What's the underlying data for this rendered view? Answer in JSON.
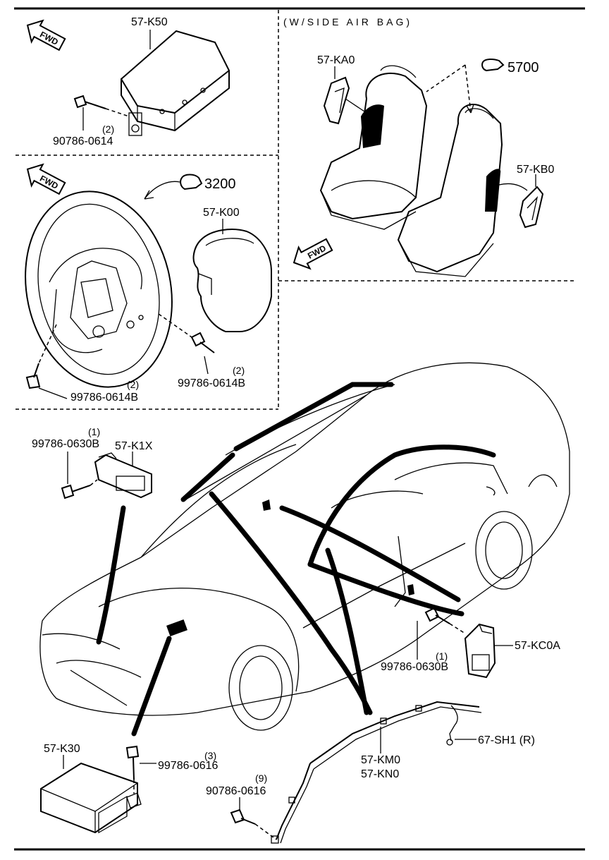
{
  "header": {
    "side_airbag": "(W/SIDE AIR BAG)"
  },
  "fwd_label": "FWD",
  "parts": {
    "k50": "57-K50",
    "ka0": "57-KA0",
    "kb0": "57-KB0",
    "ref_5700": "5700",
    "ref_3200": "3200",
    "k00": "57-K00",
    "k1x": "57-K1X",
    "kc0a": "57-KC0A",
    "k30": "57-K30",
    "km0": "57-KM0",
    "kn0": "57-KN0",
    "sh1": "67-SH1 (R)"
  },
  "bolts": {
    "b1_num": "90786-0614",
    "b1_qty": "(2)",
    "b2_num": "99786-0614B",
    "b2_qty": "(2)",
    "b3_num": "99786-0614B",
    "b3_qty": "(2)",
    "b4_num": "99786-0630B",
    "b4_qty": "(1)",
    "b5_num": "99786-0630B",
    "b5_qty": "(1)",
    "b6_num": "99786-0616",
    "b6_qty": "(3)",
    "b7_num": "90786-0616",
    "b7_qty": "(9)"
  }
}
